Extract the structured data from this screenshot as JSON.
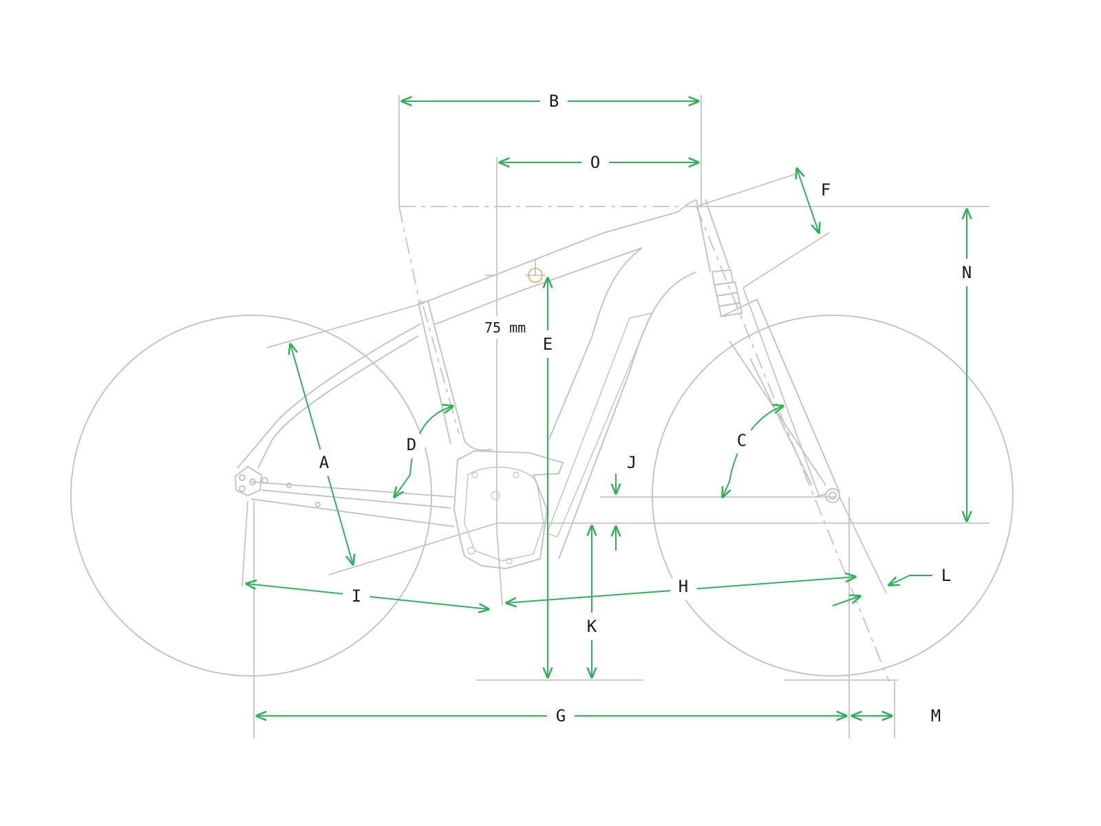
{
  "diagram": {
    "annotation": "75 mm",
    "labels": {
      "A": "A",
      "B": "B",
      "C": "C",
      "D": "D",
      "E": "E",
      "F": "F",
      "G": "G",
      "H": "H",
      "I": "I",
      "J": "J",
      "K": "K",
      "L": "L",
      "M": "M",
      "N": "N",
      "O": "O"
    },
    "colors": {
      "dimension": "#2fb15a",
      "frame": "#c4c4c4",
      "text": "#1a1a1a",
      "marker": "#e0a860",
      "background": "#ffffff"
    }
  }
}
